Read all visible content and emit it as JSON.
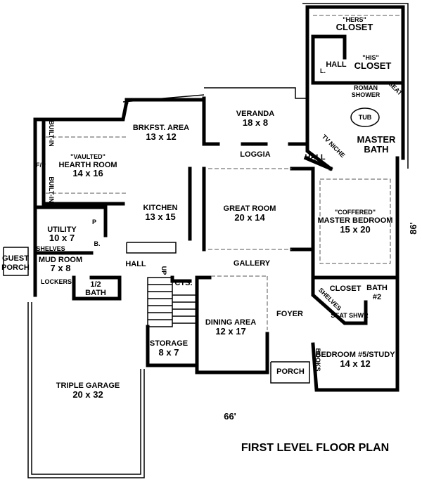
{
  "title": "FIRST LEVEL FLOOR PLAN",
  "dimensions": {
    "width": "66'",
    "depth": "86'"
  },
  "rooms": {
    "hers_closet": {
      "note": "\"HERS\"",
      "name": "CLOSET"
    },
    "his_closet": {
      "note": "\"HIS\"",
      "name": "CLOSET"
    },
    "upper_hall": {
      "name": "HALL"
    },
    "linen": {
      "name": "L."
    },
    "roman_shower": {
      "line1": "ROMAN",
      "line2": "SHOWER"
    },
    "seat": {
      "name": "SEAT"
    },
    "tub": {
      "name": "TUB"
    },
    "tv_niche": {
      "name": "TV NICHE"
    },
    "master_bath": {
      "line1": "MASTER",
      "line2": "BATH"
    },
    "master_hall": {
      "name": "HALL"
    },
    "veranda": {
      "name": "VERANDA",
      "size": "18 x 8"
    },
    "loggia": {
      "name": "LOGGIA"
    },
    "brkfst": {
      "name": "BRKFST. AREA",
      "size": "13 x 12"
    },
    "hearth": {
      "note": "\"VAULTED\"",
      "name": "HEARTH ROOM",
      "size": "14 x 16"
    },
    "built_in_1": {
      "name": "BUILT-IN"
    },
    "built_in_2": {
      "name": "BUILT-IN"
    },
    "fireplace": {
      "name": "F/P"
    },
    "kitchen": {
      "name": "KITCHEN",
      "size": "13 x 15"
    },
    "great_room": {
      "name": "GREAT ROOM",
      "size": "20 x 14"
    },
    "master_bedroom": {
      "note": "\"COFFERED\"",
      "name": "MASTER BEDROOM",
      "size": "15 x 20"
    },
    "utility": {
      "name": "UTILITY",
      "size": "10 x 7"
    },
    "pantry": {
      "name": "P"
    },
    "broom": {
      "name": "B."
    },
    "shelves": {
      "name": "SHELVES"
    },
    "guest_porch": {
      "line1": "GUEST",
      "line2": "PORCH"
    },
    "mud_room": {
      "name": "MUD ROOM",
      "size": "7 x 8"
    },
    "hall": {
      "name": "HALL"
    },
    "lockers": {
      "name": "LOCKERS"
    },
    "half_bath": {
      "line1": "1/2",
      "line2": "BATH"
    },
    "up": {
      "name": "UP"
    },
    "cts": {
      "name": "CTS."
    },
    "gallery": {
      "name": "GALLERY"
    },
    "closet2": {
      "name": "CLOSET"
    },
    "bath2": {
      "line1": "BATH",
      "line2": "#2"
    },
    "shelves2": {
      "name": "SHELVES"
    },
    "seat_shwr": {
      "name": "SEAT SHWR"
    },
    "foyer": {
      "name": "FOYER"
    },
    "dining": {
      "name": "DINING AREA",
      "size": "12 x 17"
    },
    "storage": {
      "name": "STORAGE",
      "size": "8 x 7"
    },
    "porch": {
      "name": "PORCH"
    },
    "books": {
      "name": "BOOKS"
    },
    "bedroom5": {
      "name": "BEDROOM #5/STUDY",
      "size": "14 x 12"
    },
    "garage": {
      "name": "TRIPLE GARAGE",
      "size": "20 x 32"
    }
  }
}
